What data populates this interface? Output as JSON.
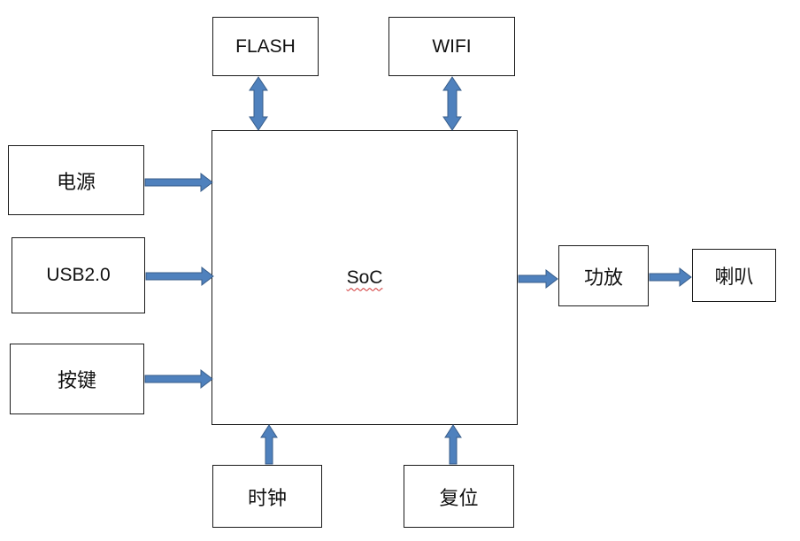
{
  "diagram": {
    "soc": {
      "label": "SoC"
    },
    "flash": {
      "label": "FLASH"
    },
    "wifi": {
      "label": "WIFI"
    },
    "power": {
      "label": "电源"
    },
    "usb": {
      "label": "USB2.0"
    },
    "keys": {
      "label": "按键"
    },
    "clock": {
      "label": "时钟"
    },
    "reset": {
      "label": "复位"
    },
    "amplifier": {
      "label": "功放"
    },
    "speaker": {
      "label": "喇叭"
    }
  },
  "colors": {
    "arrow_fill": "#4f81bd",
    "arrow_stroke": "#385d8a",
    "box_border": "#1a1a1a",
    "spellcheck_underline": "#d03030"
  }
}
